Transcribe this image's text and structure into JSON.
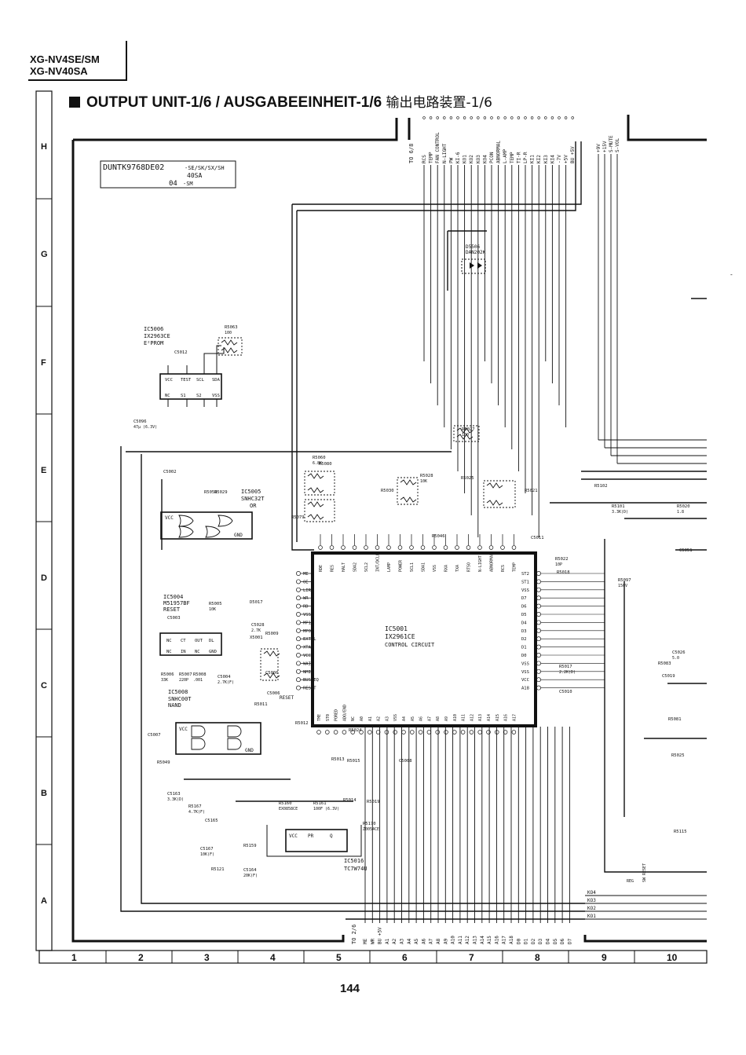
{
  "header": {
    "model_line1": "XG-NV4SE/SM",
    "model_line2": "XG-NV40SA"
  },
  "title": {
    "en_de": "OUTPUT UNIT-1/6 / AUSGABEEINHEIT-1/6",
    "zh": "输出电路装置",
    "zh_suffix": "-1/6"
  },
  "page_number": "144",
  "grid": {
    "rows": [
      "H",
      "G",
      "F",
      "E",
      "D",
      "C",
      "B",
      "A"
    ],
    "cols": [
      "1",
      "2",
      "3",
      "4",
      "5",
      "6",
      "7",
      "8",
      "9",
      "10"
    ]
  },
  "board_label": {
    "line1": "DUNTK9768DE02",
    "variants1": "-SE/SK/SX/SH",
    "line2": "40SA",
    "line3": "04",
    "variants3": "-SM"
  },
  "connectors": {
    "top_to": "TO 6/8",
    "top_pins": [
      "RCS",
      "TEMP",
      "FAN CONTROL",
      "N-LIGHT",
      "PW",
      "KI-6",
      "KO1",
      "KO2",
      "KO3",
      "KO4",
      "PCON",
      "ABNORMAL",
      "L-AMP",
      "TEMP",
      "TI-R",
      "LP-R",
      "KI1",
      "KI2",
      "KI3",
      "KI4",
      "-7V",
      "+5V",
      "BU +5V"
    ],
    "top_right_pins": [
      "+9V",
      "+15V",
      "S-MUTE",
      "S-VOL"
    ],
    "bottom_to": "TO 2/6",
    "bottom_pins": [
      "ME",
      "WR",
      "BU +5V",
      "A1",
      "A2",
      "A3",
      "A4",
      "A5",
      "A6",
      "A7",
      "A8",
      "A9",
      "A10",
      "A11",
      "A12",
      "A13",
      "A14",
      "A15",
      "A16",
      "A17",
      "A18",
      "D0",
      "D1",
      "D2",
      "D3",
      "D4",
      "D5",
      "D6",
      "D7"
    ],
    "ko_labels": [
      "KO4",
      "KO3",
      "KO2",
      "KO1"
    ]
  },
  "ics": {
    "main": {
      "ref": "IC5001",
      "part": "IX2961CE",
      "desc": "CONTROL CIRCUIT"
    },
    "eeprom": {
      "ref": "IC5006",
      "part": "IX2963CE",
      "desc": "E²PROM",
      "pins_top": [
        "VCC",
        "TEST",
        "SCL",
        "SDA"
      ],
      "pins_bottom": [
        "NC",
        "S1",
        "S2",
        "VSS"
      ]
    },
    "or_gate": {
      "ref": "IC5005",
      "part": "SNHC32T",
      "desc": "OR",
      "pin_vcc": "VCC",
      "pin_gnd": "GND"
    },
    "reset": {
      "ref": "IC5004",
      "part": "M51957BF",
      "desc": "RESET",
      "pins_top": [
        "NC",
        "CT",
        "OUT",
        "DL"
      ],
      "pins_bottom": [
        "NC",
        "IN",
        "NC",
        "GND"
      ]
    },
    "nand": {
      "ref": "IC5008",
      "part": "SNHC00T",
      "desc": "NAND",
      "pin_vcc": "VCC",
      "pin_gnd": "GND"
    },
    "ic5016": {
      "ref": "IC5016",
      "part": "TC7W74U",
      "pin_vcc": "VCC",
      "pin_pr": "PR",
      "pin_q": "Q"
    },
    "ic5506": {
      "ref": "D5506",
      "part": "DAN202K"
    }
  },
  "main_ic_pins": {
    "left": [
      "ME",
      "OE",
      "LIR",
      "WR",
      "RD",
      "VSS",
      "MP1",
      "MPO",
      "EXTAL",
      "XTAL",
      "VCC",
      "WAIT",
      "NMI",
      "BUSREQ",
      "RESET"
    ],
    "right": [
      "ST2",
      "ST1",
      "VSS",
      "D7",
      "D6",
      "D5",
      "D4",
      "D3",
      "D2",
      "D1",
      "D0",
      "VSS",
      "VSS",
      "VCC",
      "A18"
    ],
    "top": [
      "RDE",
      "RES",
      "HALT",
      "SDA2",
      "SCL2",
      "INT/DCLK",
      "LAMP",
      "POWER",
      "SCL1",
      "SDA1",
      "VSS",
      "RXA",
      "TXA",
      "RTSO",
      "N-LIGHT",
      "ABNORMAL",
      "RCS",
      "TEMP"
    ],
    "bottom": [
      "TME",
      "ST0",
      "PORED",
      "ADO/END",
      "NC",
      "A0",
      "A1",
      "A2",
      "A3",
      "VSS",
      "A4",
      "A5",
      "A6",
      "A7",
      "A8",
      "A9",
      "A10",
      "A11",
      "A12",
      "A13",
      "A14",
      "A15",
      "A16",
      "A17"
    ]
  },
  "components": [
    "R5063",
    "C5012",
    "C5096",
    "C5002",
    "R5060",
    "R5079",
    "R5080",
    "R5030",
    "R5028",
    "R5025",
    "R5027",
    "R5021",
    "R5050",
    "R5029",
    "R5005",
    "D5017",
    "C5003",
    "C5028",
    "R5009",
    "X5001",
    "R5006",
    "R5007",
    "R5008",
    "C5004",
    "C5006",
    "R5011",
    "C5007",
    "R5049",
    "C5163",
    "R5167",
    "C5165",
    "C5167",
    "R5159",
    "R5121",
    "C5164",
    "R5160",
    "R5161",
    "R5014",
    "R5019",
    "R5170",
    "R5012",
    "R5024",
    "R5013",
    "R5015",
    "C5008",
    "R5046",
    "C5011",
    "R5022",
    "R5018",
    "R5097",
    "R5017",
    "C5010",
    "R5102",
    "R5101",
    "R5020",
    "C5051",
    "C5026",
    "R5083",
    "C5019",
    "R5081",
    "R5025",
    "R5115",
    "C5006"
  ],
  "component_values": [
    "100",
    "47µ (6.3V)",
    "6.8K",
    "10K",
    "100",
    "10K",
    "2.7K",
    "33K",
    "220P",
    ".001",
    "2.7K(F)",
    "3.3K(D)",
    "4.7K(F)",
    "10K(F)",
    "20K(F)",
    "EX0858CE",
    "100F (6.3V)",
    "Z0054CE",
    "10P",
    "150V",
    "2.2K(D)",
    "3.3K(D)",
    "1.8",
    "5.0"
  ],
  "other_labels": {
    "reg": "REG",
    "sw_reset": "SW RESET",
    "reset_n": "RESET"
  }
}
